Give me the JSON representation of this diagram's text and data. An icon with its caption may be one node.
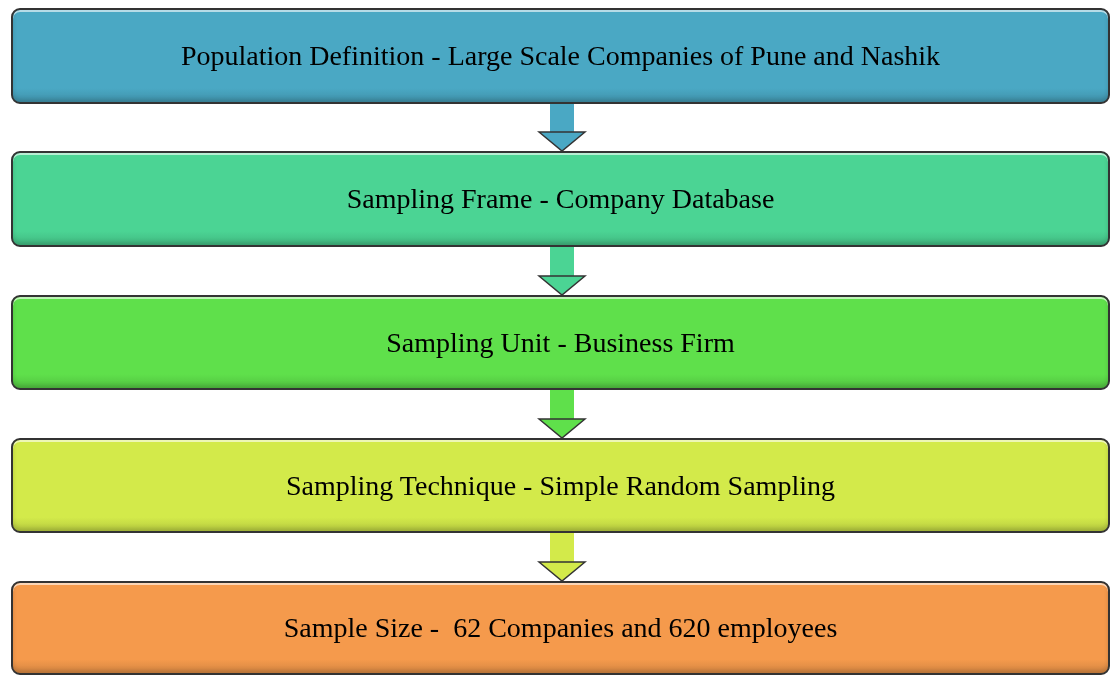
{
  "diagram": {
    "nodes": [
      {
        "text": [
          "Population Definition - Large Scale Companies of Pune and Nashik"
        ]
      },
      {
        "text": [
          "Sampling Frame - Company Database"
        ]
      },
      {
        "text": [
          "Sampling Unit - Business Firm"
        ]
      },
      {
        "text": [
          "Sampling Technique - Simple Random Sampling"
        ]
      },
      {
        "text": [
          "Sample Size -  62 Companies and 620 employees"
        ]
      }
    ],
    "edges": [
      {
        "from": 0,
        "to": 1,
        "arrow": "to",
        "color": "#4aa8c4"
      },
      {
        "from": 1,
        "to": 2,
        "arrow": "to",
        "color": "#4bd494"
      },
      {
        "from": 2,
        "to": 3,
        "arrow": "to",
        "color": "#5fe04b"
      },
      {
        "from": 3,
        "to": 4,
        "arrow": "to",
        "color": "#d3ea4a"
      }
    ]
  }
}
